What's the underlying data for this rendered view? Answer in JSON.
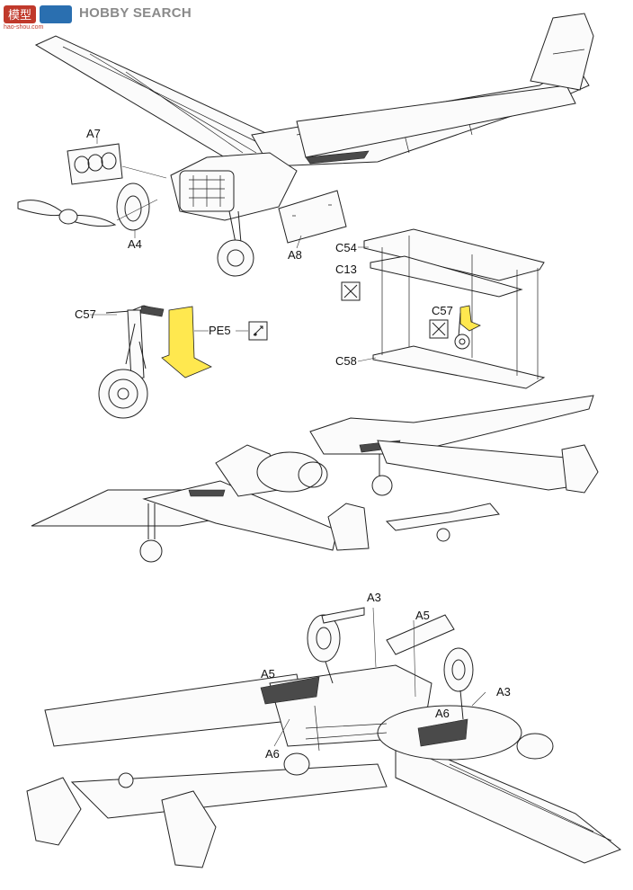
{
  "watermark": {
    "logo_text": "模型",
    "brand": "HOBBY SEARCH",
    "domain": "hao-shou.com"
  },
  "labels": {
    "a7": "A7",
    "a4": "A4",
    "a8": "A8",
    "c54": "C54",
    "c13": "C13",
    "c57_left": "C57",
    "pe5": "PE5",
    "c57_right": "C57",
    "c58": "C58",
    "a3_top": "A3",
    "a5_top": "A5",
    "a5_left": "A5",
    "a6_right": "A6",
    "a3_right": "A3",
    "a6_bottom": "A6"
  },
  "colors": {
    "photo_etch": "#ffe84f",
    "line": "#222222",
    "hatch": "#4a4a4a",
    "watermark_red": "#c0392b",
    "watermark_grey": "#8a8a8a"
  },
  "icons": {
    "c13": "remove-part-icon",
    "pe5": "glue-icon",
    "c57_right": "remove-part-icon"
  }
}
